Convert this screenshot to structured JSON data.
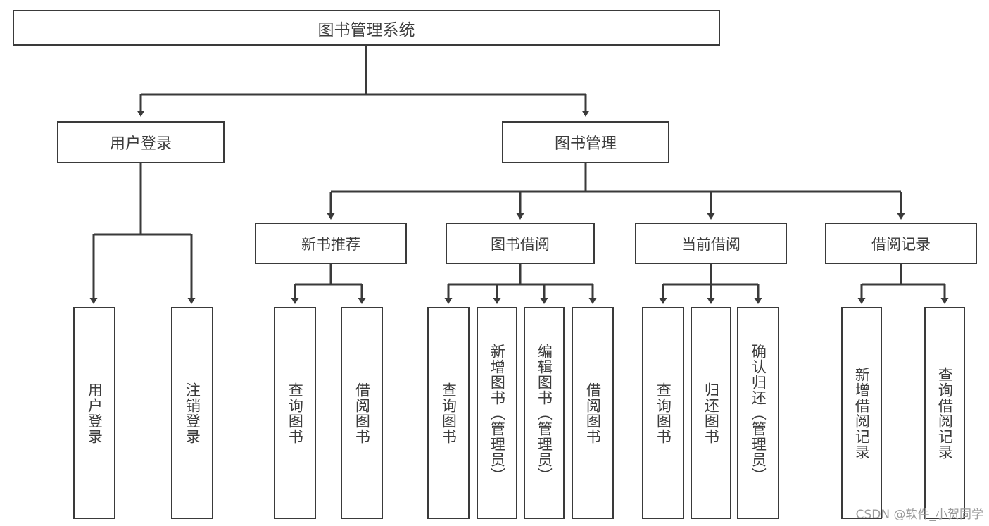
{
  "diagram": {
    "type": "tree-hierarchy",
    "title": "图书管理系统",
    "watermark": "CSDN @软件_小贺同学",
    "colors": {
      "stroke": "#3a3a3a",
      "text": "#3c3c3c",
      "background": "#ffffff",
      "watermark": "#9a9a9a"
    },
    "nodes": {
      "root": {
        "label": "图书管理系统"
      },
      "level1": [
        {
          "id": "user-login",
          "label": "用户登录"
        },
        {
          "id": "book-management",
          "label": "图书管理"
        }
      ],
      "level2": [
        {
          "id": "new-book-recommend",
          "label": "新书推荐",
          "parent": "book-management"
        },
        {
          "id": "book-borrow",
          "label": "图书借阅",
          "parent": "book-management"
        },
        {
          "id": "current-borrow",
          "label": "当前借阅",
          "parent": "book-management"
        },
        {
          "id": "borrow-record",
          "label": "借阅记录",
          "parent": "book-management"
        }
      ],
      "leaves": [
        {
          "id": "leaf-user-login",
          "label": "用户登录",
          "parent": "user-login"
        },
        {
          "id": "leaf-user-logout",
          "label": "注销登录",
          "parent": "user-login"
        },
        {
          "id": "leaf-query-book-1",
          "label": "查询图书",
          "parent": "new-book-recommend"
        },
        {
          "id": "leaf-borrow-book-1",
          "label": "借阅图书",
          "parent": "new-book-recommend"
        },
        {
          "id": "leaf-query-book-2",
          "label": "查询图书",
          "parent": "book-borrow"
        },
        {
          "id": "leaf-add-book",
          "label": "新增图书（管理员）",
          "parent": "book-borrow"
        },
        {
          "id": "leaf-edit-book",
          "label": "编辑图书（管理员）",
          "parent": "book-borrow"
        },
        {
          "id": "leaf-borrow-book-2",
          "label": "借阅图书",
          "parent": "book-borrow"
        },
        {
          "id": "leaf-query-book-3",
          "label": "查询图书",
          "parent": "current-borrow"
        },
        {
          "id": "leaf-return-book",
          "label": "归还图书",
          "parent": "current-borrow"
        },
        {
          "id": "leaf-confirm-return",
          "label": "确认归还（管理员）",
          "parent": "current-borrow"
        },
        {
          "id": "leaf-add-record",
          "label": "新增借阅记录",
          "parent": "borrow-record"
        },
        {
          "id": "leaf-query-record",
          "label": "查询借阅记录",
          "parent": "borrow-record"
        }
      ]
    }
  }
}
